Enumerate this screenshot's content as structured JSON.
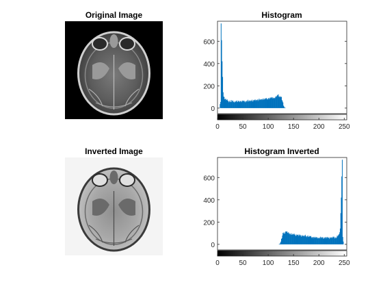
{
  "figure": {
    "panels": [
      {
        "title": "Original Image",
        "kind": "image",
        "variant": "original"
      },
      {
        "title": "Histogram",
        "kind": "histogram"
      },
      {
        "title": "Inverted Image",
        "kind": "image",
        "variant": "inverted"
      },
      {
        "title": "Histogram Inverted",
        "kind": "histogram"
      }
    ]
  },
  "chart_data": [
    {
      "type": "bar",
      "title": "Histogram",
      "xlabel": "",
      "ylabel": "",
      "xlim": [
        0,
        255
      ],
      "ylim": [
        -50,
        780
      ],
      "xticks": [
        0,
        50,
        100,
        150,
        200,
        250
      ],
      "yticks": [
        0,
        200,
        400,
        600
      ],
      "grid": false,
      "colorbar": "grayscale 0-255 under x-axis",
      "bar_color": "#0072BD",
      "x": [
        0,
        1,
        2,
        3,
        4,
        5,
        6,
        7,
        8,
        9,
        10,
        11,
        12,
        13,
        14,
        15,
        16,
        17,
        18,
        19,
        20,
        21,
        22,
        23,
        24,
        25,
        26,
        27,
        28,
        29,
        30,
        32,
        35,
        38,
        40,
        42,
        45,
        48,
        50,
        52,
        55,
        58,
        60,
        62,
        65,
        68,
        70,
        72,
        75,
        78,
        80,
        82,
        85,
        88,
        90,
        92,
        95,
        98,
        100,
        102,
        105,
        108,
        110,
        112,
        115,
        118,
        120,
        122,
        124,
        126,
        128,
        130,
        132,
        135,
        140,
        150,
        200,
        255
      ],
      "values": [
        0,
        0,
        0,
        0,
        0,
        30,
        60,
        760,
        610,
        420,
        280,
        150,
        105,
        95,
        85,
        80,
        78,
        75,
        72,
        70,
        68,
        62,
        60,
        58,
        62,
        60,
        55,
        65,
        58,
        62,
        60,
        55,
        58,
        62,
        55,
        60,
        62,
        58,
        65,
        60,
        58,
        62,
        68,
        60,
        65,
        70,
        62,
        72,
        68,
        75,
        70,
        78,
        72,
        80,
        82,
        78,
        85,
        80,
        88,
        85,
        92,
        90,
        95,
        88,
        100,
        110,
        120,
        100,
        105,
        95,
        60,
        25,
        5,
        0,
        0,
        0,
        0,
        0
      ]
    },
    {
      "type": "bar",
      "title": "Histogram Inverted",
      "xlabel": "",
      "ylabel": "",
      "xlim": [
        0,
        255
      ],
      "ylim": [
        -50,
        780
      ],
      "xticks": [
        0,
        50,
        100,
        150,
        200,
        250
      ],
      "yticks": [
        0,
        200,
        400,
        600
      ],
      "grid": false,
      "colorbar": "grayscale 0-255 under x-axis",
      "bar_color": "#0072BD",
      "x": [
        0,
        100,
        115,
        120,
        123,
        125,
        127,
        129,
        131,
        133,
        135,
        137,
        140,
        143,
        145,
        147,
        150,
        153,
        155,
        157,
        160,
        163,
        165,
        168,
        170,
        173,
        175,
        178,
        180,
        183,
        185,
        188,
        190,
        193,
        195,
        198,
        200,
        203,
        205,
        208,
        210,
        213,
        215,
        218,
        220,
        223,
        225,
        226,
        228,
        230,
        232,
        234,
        235,
        236,
        237,
        238,
        239,
        240,
        241,
        242,
        243,
        244,
        245,
        246,
        247,
        248,
        249,
        250,
        251,
        252,
        253,
        254,
        255
      ],
      "values": [
        0,
        0,
        0,
        0,
        5,
        25,
        60,
        95,
        105,
        100,
        120,
        110,
        100,
        92,
        95,
        88,
        90,
        85,
        80,
        88,
        78,
        82,
        75,
        80,
        72,
        78,
        70,
        75,
        68,
        72,
        62,
        65,
        60,
        62,
        58,
        60,
        55,
        62,
        58,
        60,
        55,
        62,
        58,
        60,
        55,
        62,
        58,
        60,
        62,
        65,
        58,
        60,
        62,
        72,
        75,
        78,
        80,
        95,
        105,
        150,
        280,
        420,
        610,
        760,
        60,
        30,
        0,
        0,
        0,
        0,
        0,
        0,
        0
      ]
    }
  ]
}
